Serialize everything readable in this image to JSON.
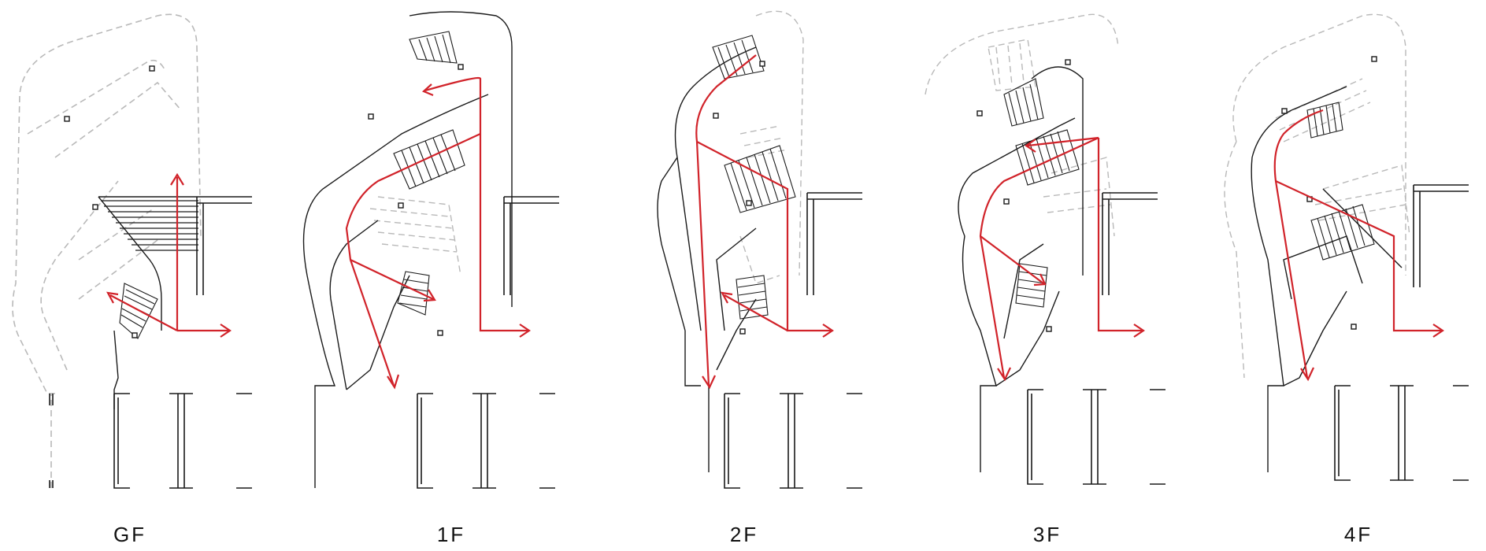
{
  "figure": {
    "colors": {
      "ink": "#1a1a1a",
      "ghost": "#b9b9b9",
      "circulation": "#d1232a"
    },
    "floors": [
      {
        "label": "GF"
      },
      {
        "label": "1F"
      },
      {
        "label": "2F"
      },
      {
        "label": "3F"
      },
      {
        "label": "4F"
      }
    ]
  }
}
